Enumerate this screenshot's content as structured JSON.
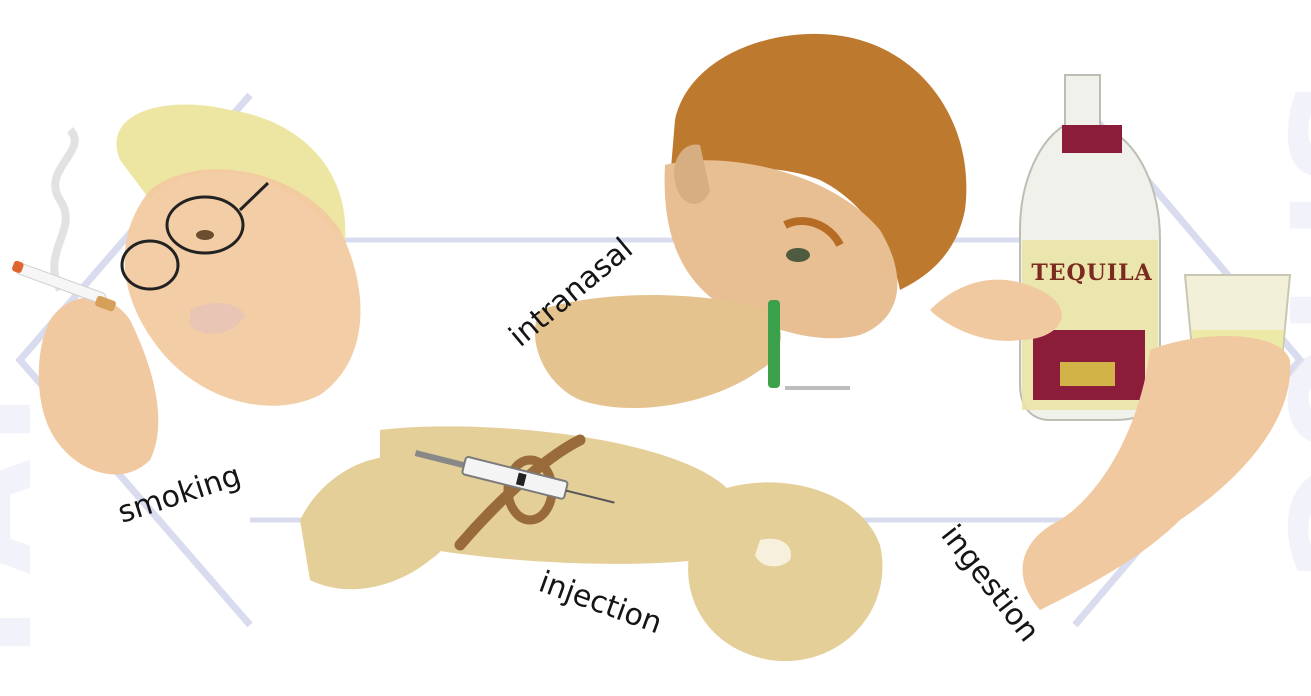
{
  "labels": {
    "smoking": "smoking",
    "intranasal": "intranasal",
    "injection": "injection",
    "ingestion": "ingestion"
  },
  "bottle_label": "TEQUILA",
  "watermark": {
    "left": "FAT",
    "right": "SMUG"
  },
  "colors": {
    "watermark": "#c9ceea",
    "skin": "#f0c9a0",
    "skin_muted": "#e4cf98",
    "hair_blond": "#eee8a0",
    "hair_brown": "#bd7a2e",
    "tequila_red": "#8c1d3a",
    "liquid": "#e9e4a6",
    "straw": "#3aa14a",
    "tourniquet": "#9a6b3a"
  }
}
